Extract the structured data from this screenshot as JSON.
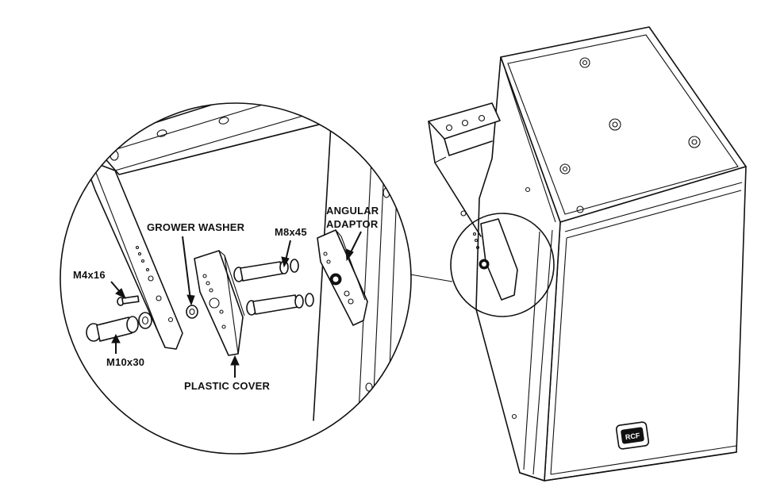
{
  "labels": {
    "grower_washer": "GROWER WASHER",
    "m8x45": "M8x45",
    "angular_adaptor_line1": "ANGULAR",
    "angular_adaptor_line2": "ADAPTOR",
    "m4x16": "M4x16",
    "m10x30": "M10x30",
    "plastic_cover": "PLASTIC COVER"
  },
  "speaker_logo_text": "RCF",
  "colors": {
    "line": "#111111",
    "background": "#ffffff"
  }
}
